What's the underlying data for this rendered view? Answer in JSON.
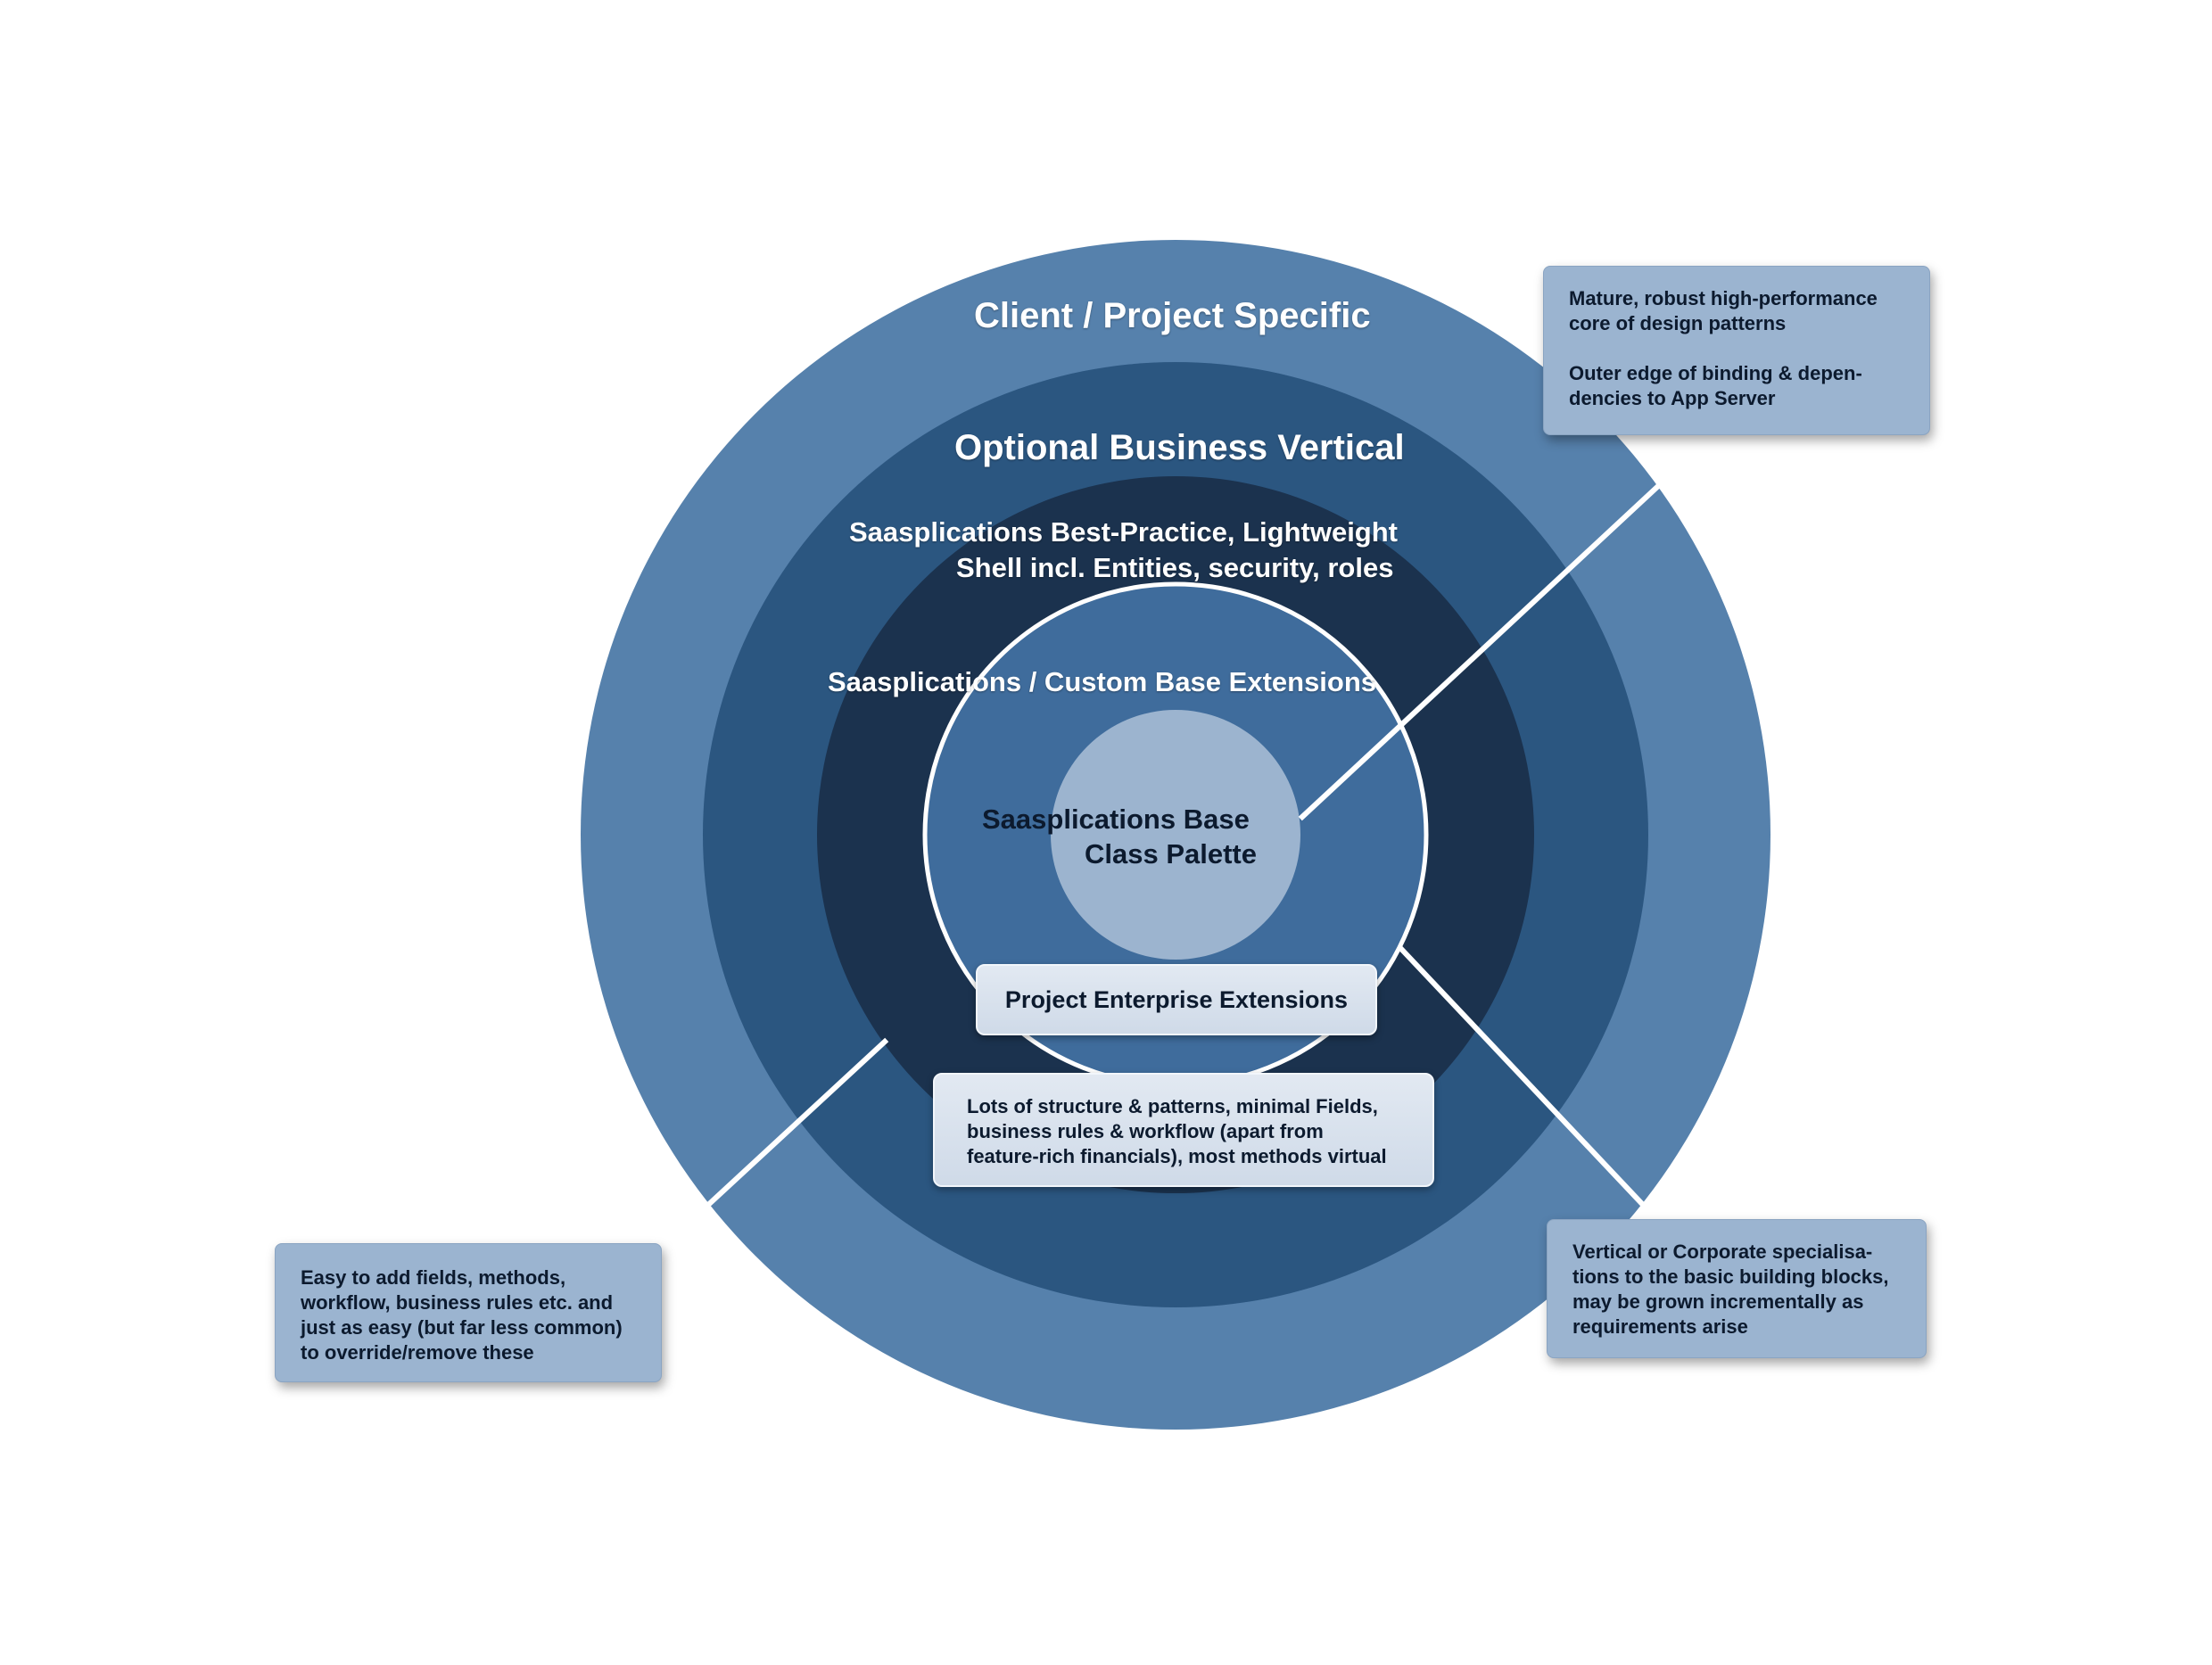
{
  "colors": {
    "ring_client": "#5681ac",
    "ring_vertical": "#2b5680",
    "ring_shell": "#1b324e",
    "ring_extensions": "#3f6c9c",
    "core": "#9cb4cf",
    "callout_bg": "#9bb4d0",
    "connector": "#ffffff"
  },
  "rings": {
    "client_project_specific": "Client / Project Specific",
    "optional_business_vertical": "Optional Business Vertical",
    "shell_line1_a": "Saasplications",
    "shell_line1_b": "Best-Practice, Lightweight",
    "shell_line2": "Shell incl. Entities, security, roles",
    "custom_base_extensions": "Saasplications / Custom Base Extensions",
    "core_line1": "Saasplications Base",
    "core_line2": "Class Palette"
  },
  "pills": {
    "project_enterprise_extensions": "Project Enterprise Extensions",
    "structure_note": [
      "Lots of structure & patterns, minimal Fields,",
      "business rules & workflow (apart from",
      "feature-rich financials), most methods virtual"
    ]
  },
  "callouts": {
    "top_right": {
      "para1": [
        "Mature, robust high-performance",
        "core of design patterns"
      ],
      "para2": [
        "Outer edge of binding & depen-",
        "dencies to App Server"
      ]
    },
    "bottom_right": [
      "Vertical or Corporate specialisa-",
      "tions to the basic building blocks,",
      "may be grown incrementally as",
      "requirements arise"
    ],
    "bottom_left": [
      "Easy to add fields, methods,",
      "workflow, business rules etc. and",
      "just as easy (but far less common)",
      "to override/remove these"
    ]
  }
}
